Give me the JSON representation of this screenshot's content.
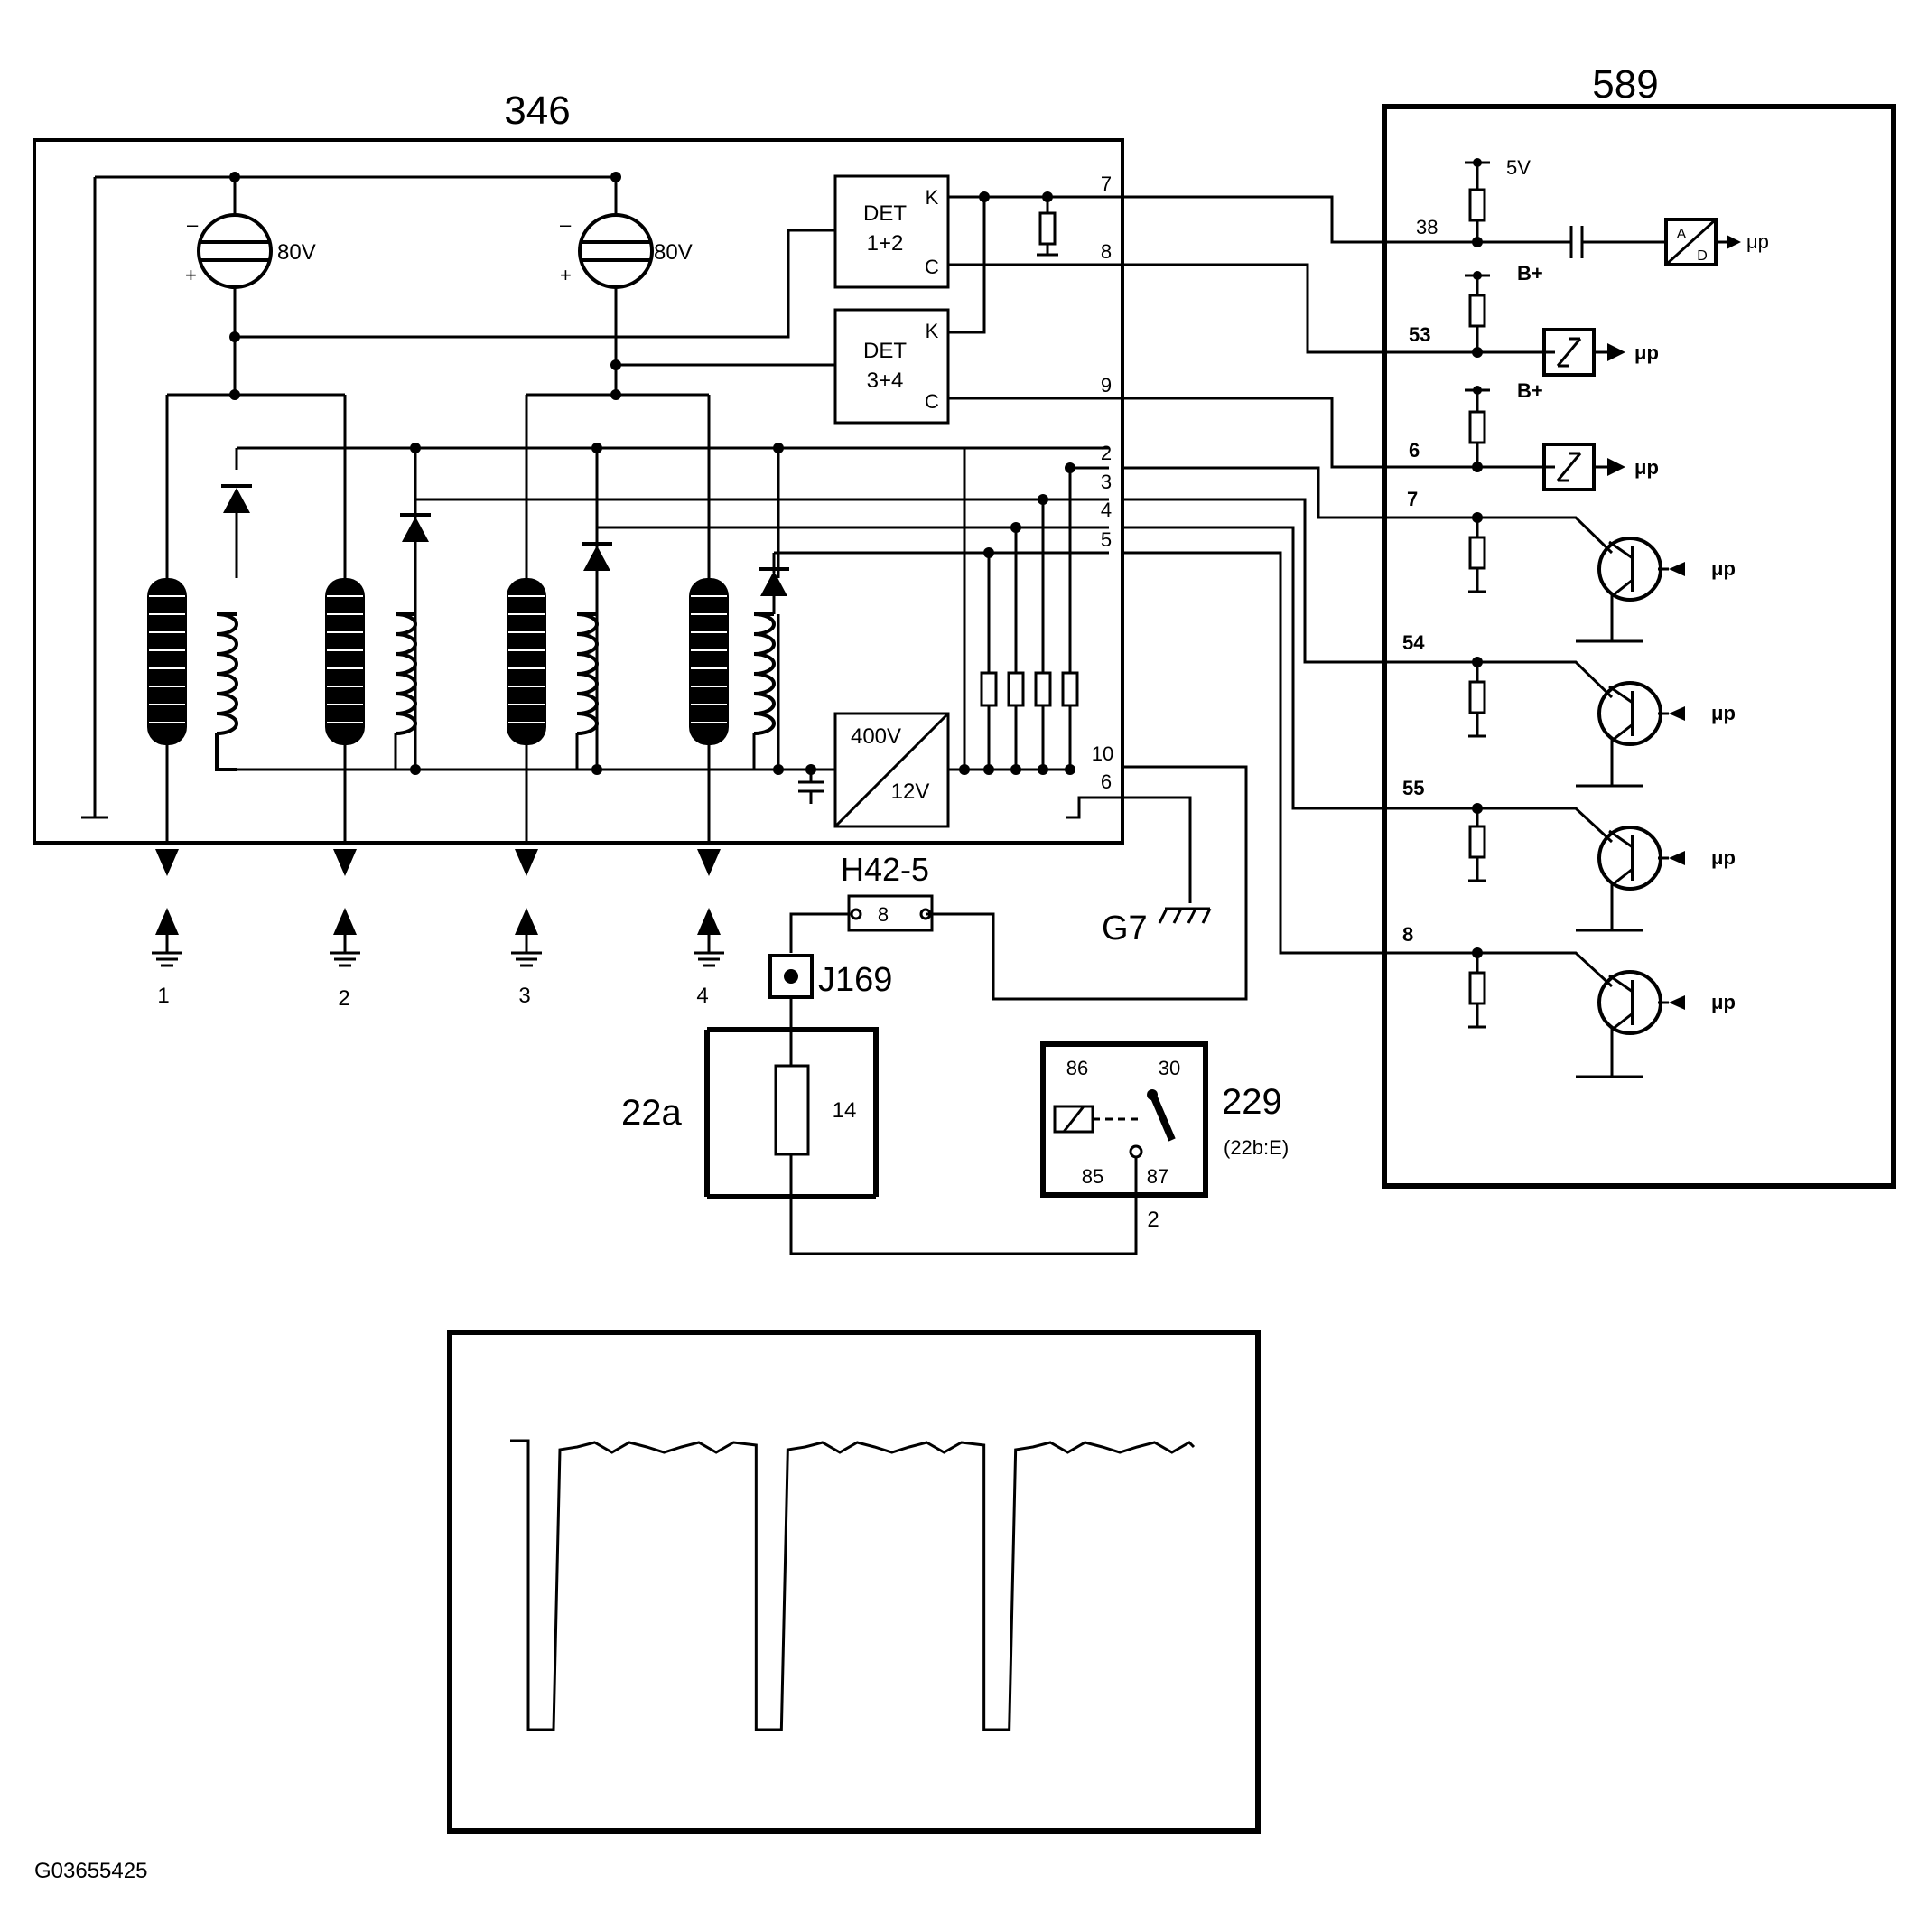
{
  "labels": {
    "module_346": "346",
    "module_589": "589",
    "supply_1": "80V",
    "supply_2": "80V",
    "det12_a": "DET",
    "det12_b": "1+2",
    "det34_a": "DET",
    "det34_b": "3+4",
    "det_k": "K",
    "det_c": "C",
    "converter_hi": "400V",
    "converter_lo": "12V",
    "pin_346_7": "7",
    "pin_346_8": "8",
    "pin_346_9": "9",
    "pin_346_2": "2",
    "pin_346_3": "3",
    "pin_346_4": "4",
    "pin_346_5": "5",
    "pin_346_10": "10",
    "pin_346_6": "6",
    "pin_589_38": "38",
    "pin_589_53": "53",
    "pin_589_6": "6",
    "pin_589_7": "7",
    "pin_589_54": "54",
    "pin_589_55": "55",
    "pin_589_8": "8",
    "v5": "5V",
    "bplus": "B+",
    "mu_p": "μp",
    "ad_a": "A",
    "ad_d": "D",
    "h42": "H42-5",
    "h42_pin": "8",
    "j169": "J169",
    "g7": "G7",
    "fuse_box": "22a",
    "fuse_no": "14",
    "relay": "229",
    "relay_sub": "(22b:E)",
    "relay_86": "86",
    "relay_30": "30",
    "relay_85": "85",
    "relay_87": "87",
    "relay_2": "2",
    "spark_1": "1",
    "spark_2": "2",
    "spark_3": "3",
    "spark_4": "4",
    "figure_id": "G03655425"
  },
  "waveform": {
    "pulse_count": 3,
    "high_level": 1.0,
    "low_level": 0.0
  }
}
